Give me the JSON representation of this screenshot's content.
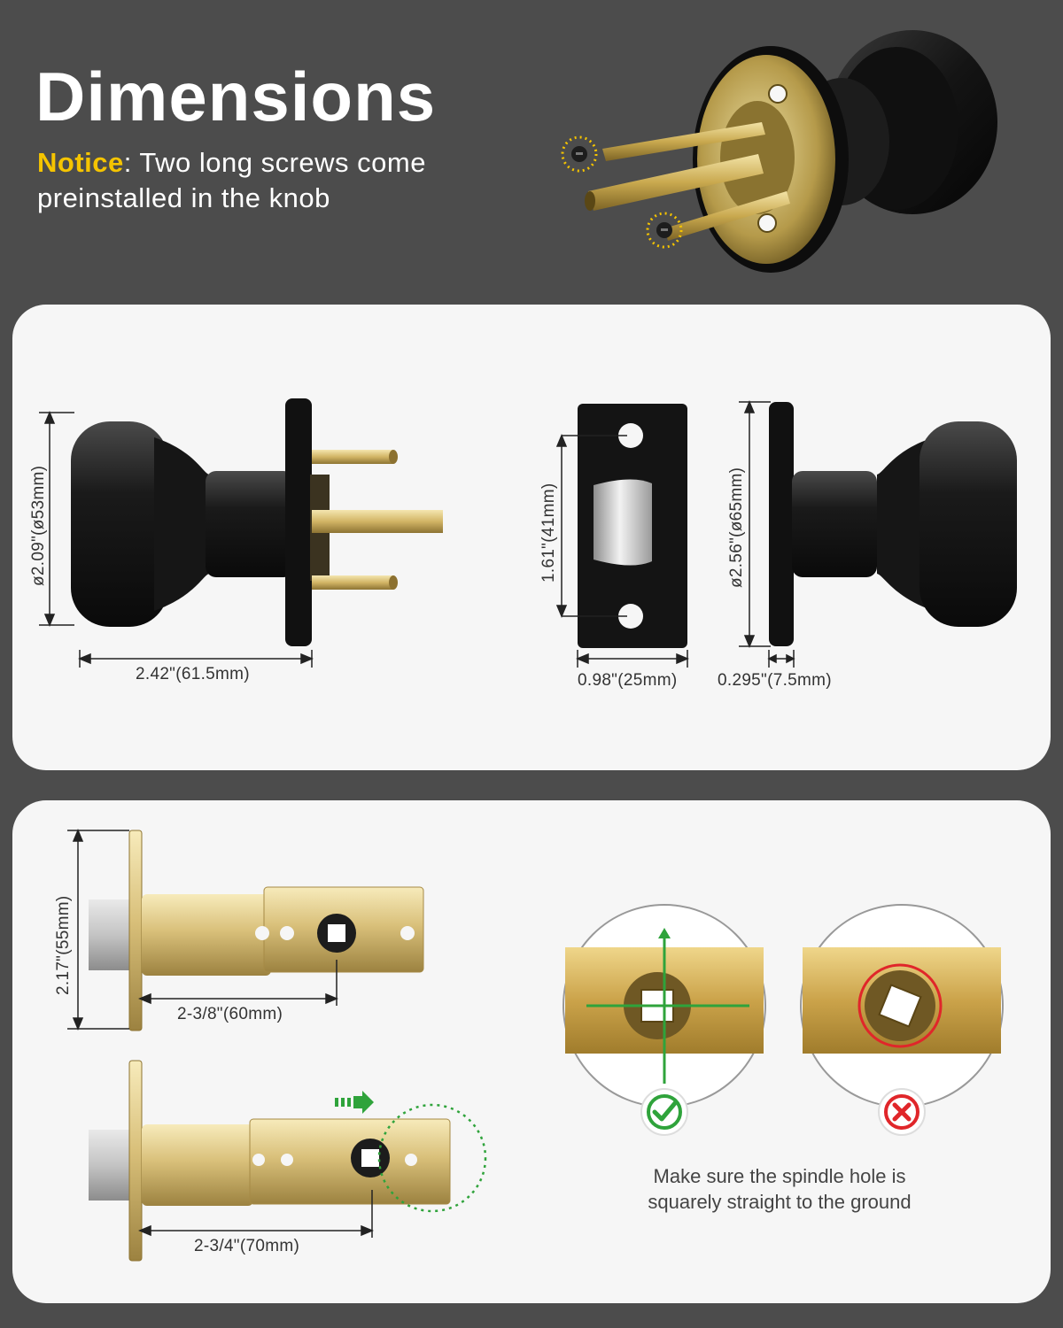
{
  "header": {
    "title": "Dimensions",
    "notice_label": "Notice",
    "notice_text": ": Two long screws come preinstalled in the knob"
  },
  "dimensions": {
    "knob_diameter": "ø2.09\"(ø53mm)",
    "knob_length": "2.42\"(61.5mm)",
    "strike_height": "1.61\"(41mm)",
    "strike_width": "0.98\"(25mm)",
    "rose_diameter": "ø2.56\"(ø65mm)",
    "rose_thickness": "0.295\"(7.5mm)"
  },
  "latch": {
    "faceplate_height": "2.17\"(55mm)",
    "backset_short": "2-3/8\"(60mm)",
    "backset_long": "2-3/4\"(70mm)",
    "scale_60": "60mm",
    "scale_70": "70mm",
    "scale_frac_a": "2⅜",
    "scale_frac_b": "2¾"
  },
  "spindle": {
    "caption": "Make sure the spindle hole is squarely straight to the ground",
    "correct_icon": "check-icon",
    "wrong_icon": "cross-icon"
  },
  "colors": {
    "background": "#4c4c4c",
    "panel": "#f6f6f6",
    "notice_accent": "#f5c400",
    "correct": "#2fa33b",
    "wrong": "#e0262a",
    "brass": "#d8c07a",
    "black_finish": "#161616"
  }
}
